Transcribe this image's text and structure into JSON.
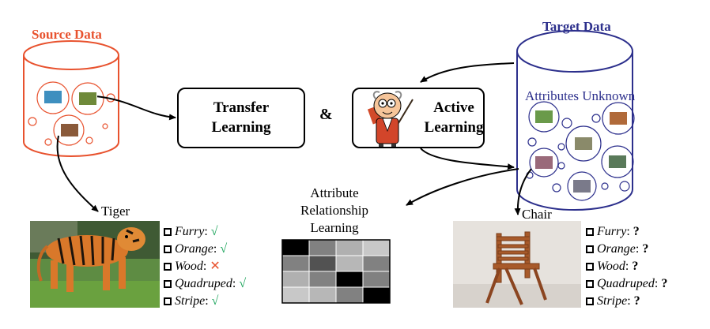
{
  "source": {
    "title": "Source Data"
  },
  "target": {
    "title": "Target Data",
    "note": "Attributes Unknown"
  },
  "boxes": {
    "transfer": {
      "line1": "Transfer",
      "line2": "Learning"
    },
    "active": {
      "line1": "Active",
      "line2": "Learning"
    },
    "ampersand": "&"
  },
  "relationship": {
    "line1": "Attribute",
    "line2": "Relationship",
    "line3": "Learning"
  },
  "tiger": {
    "label": "Tiger",
    "attributes": [
      {
        "name": "Furry",
        "value": "√",
        "status": "yes"
      },
      {
        "name": "Orange",
        "value": "√",
        "status": "yes"
      },
      {
        "name": "Wood",
        "value": "✕",
        "status": "no"
      },
      {
        "name": "Quadruped",
        "value": "√",
        "status": "yes"
      },
      {
        "name": "Stripe",
        "value": "√",
        "status": "yes"
      }
    ]
  },
  "chair": {
    "label": "Chair",
    "attributes": [
      {
        "name": "Furry",
        "value": "?",
        "status": "unknown"
      },
      {
        "name": "Orange",
        "value": "?",
        "status": "unknown"
      },
      {
        "name": "Wood",
        "value": "?",
        "status": "unknown"
      },
      {
        "name": "Quadruped",
        "value": "?",
        "status": "unknown"
      },
      {
        "name": "Stripe",
        "value": "?",
        "status": "unknown"
      }
    ]
  },
  "matrix": {
    "rows": [
      [
        0.0,
        0.55,
        0.75,
        0.85
      ],
      [
        0.55,
        0.35,
        0.78,
        0.55
      ],
      [
        0.75,
        0.55,
        0.0,
        0.55
      ],
      [
        0.85,
        0.78,
        0.55,
        0.0
      ]
    ]
  },
  "colors": {
    "source": "#e8522e",
    "target": "#2c2f8c",
    "check": "#1aa35a"
  }
}
